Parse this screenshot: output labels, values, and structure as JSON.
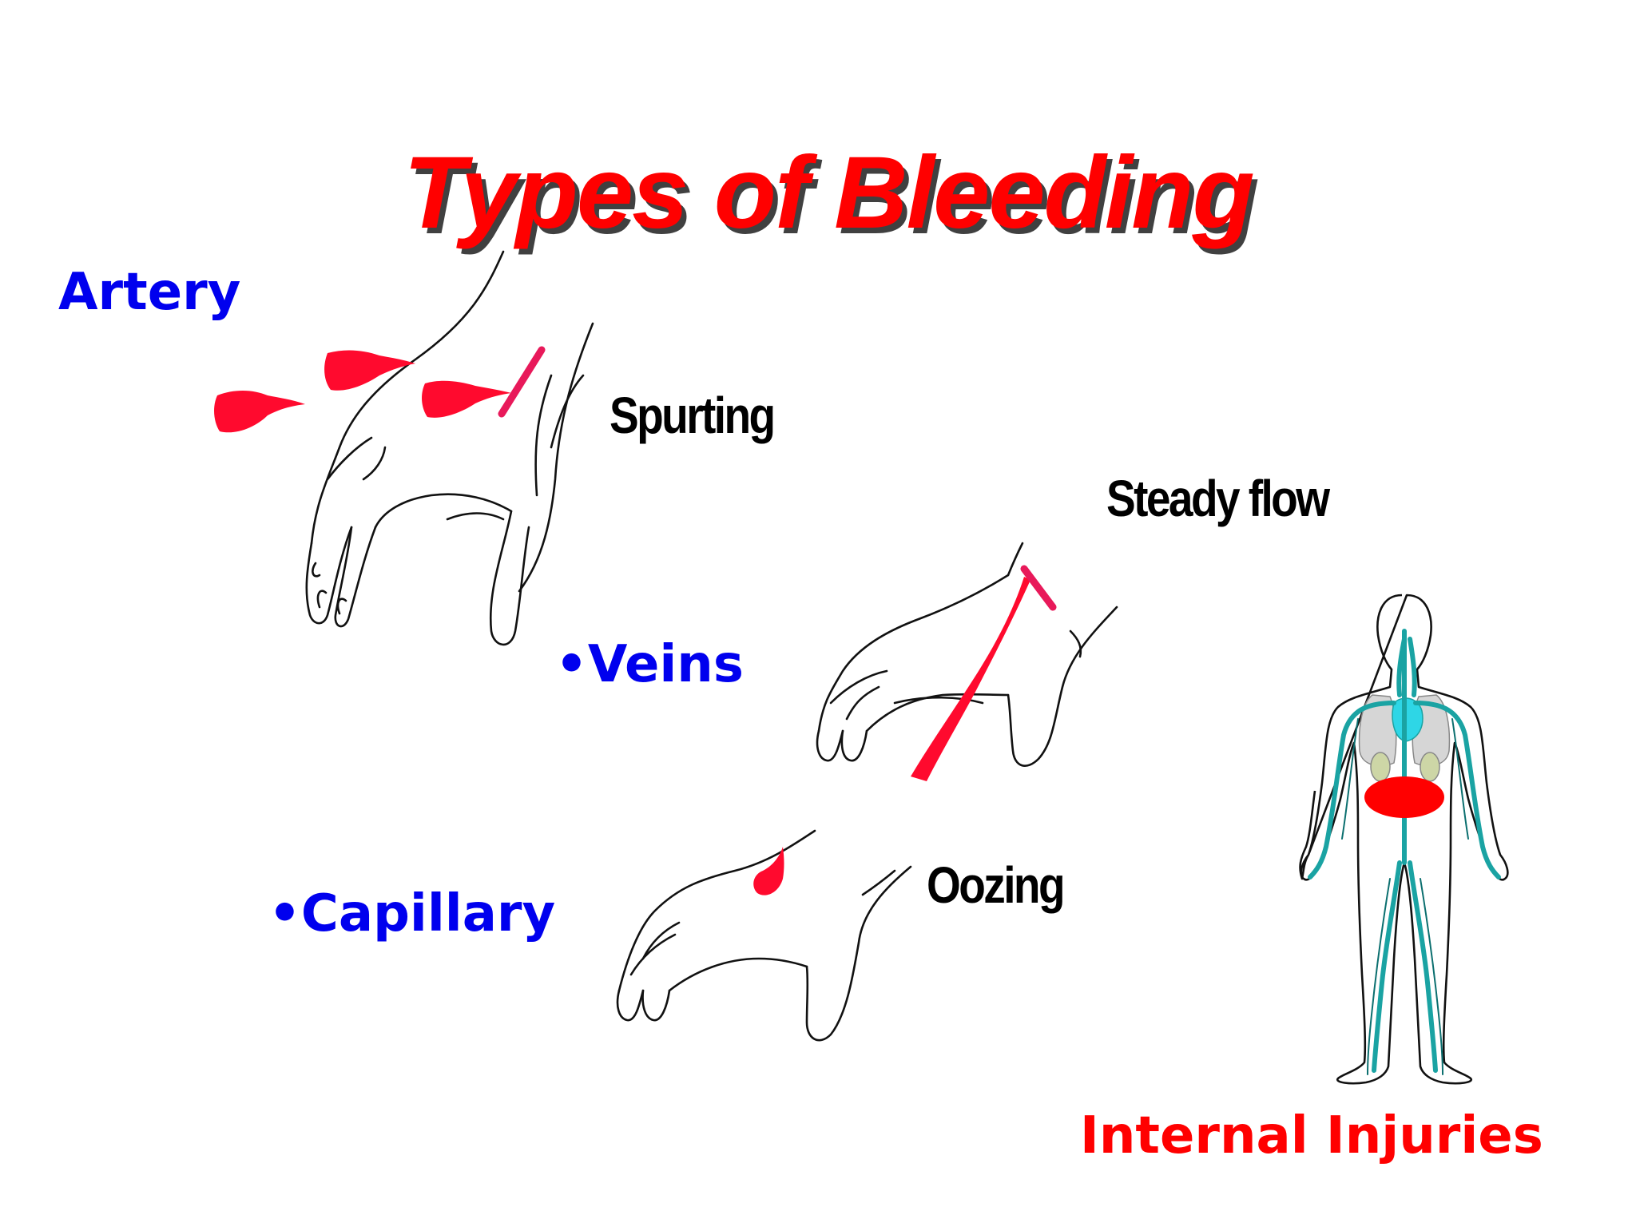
{
  "slide": {
    "title": "Types of Bleeding",
    "types": [
      {
        "label": "Artery",
        "description": "Spurting"
      },
      {
        "label": "•Veins",
        "description": "Steady flow"
      },
      {
        "label": "•Capillary",
        "description": "Oozing"
      }
    ],
    "internal_label": "Internal Injuries"
  },
  "colors": {
    "title": "#ff0000",
    "type_label": "#0000ee",
    "description": "#000000",
    "internal_label": "#ff0000",
    "blood": "#ff0a2e",
    "wound_mark": "#e8195a",
    "vessels": "#1aa3a3",
    "heart": "#2ed6e6",
    "lungs": "#d6d6d6",
    "kidneys": "#cdd6a6",
    "internal_bleed": "#ff0000"
  },
  "icons": [
    "hand-outline-icon",
    "blood-spurt-icon",
    "blood-stream-icon",
    "blood-drop-icon",
    "human-body-icon"
  ]
}
